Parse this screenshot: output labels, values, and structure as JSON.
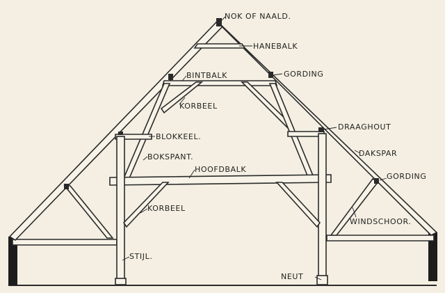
{
  "labels": {
    "nok": "NOK OF NAALD.",
    "hanebalk": "HANEBALK",
    "bintbalk": "BINTBALK",
    "gording_top": "GORDING",
    "korbeel_top": "KORBEEL",
    "draaghout": "DRAAGHOUT",
    "blokkeel": "BLOKKEEL.",
    "bokspant": "BOKSPANT.",
    "dakspar": "DAKSPAR",
    "hoofdbalk": "HOOFDBALK",
    "gording_right": "GORDING",
    "korbeel_bottom": "KORBEEL",
    "windschoor": "WINDSCHOOR.",
    "stijl": "STIJL.",
    "neut": "NEUT"
  },
  "colors": {
    "paper": "#f4efe2",
    "ink": "#222222"
  }
}
